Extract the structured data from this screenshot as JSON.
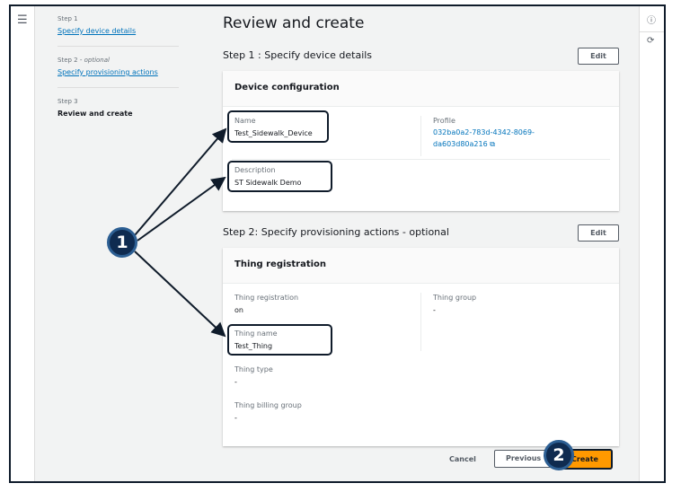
{
  "nav": {
    "steps": [
      {
        "label": "Step 1",
        "optional": "",
        "title": "Specify device details"
      },
      {
        "label": "Step 2 - ",
        "optional": "optional",
        "title": "Specify provisioning actions"
      },
      {
        "label": "Step 3",
        "optional": "",
        "title": "Review and create"
      }
    ]
  },
  "icons": {
    "menu": "hamburger-icon",
    "info": "info-icon",
    "history": "history-icon",
    "external": "external-link-icon"
  },
  "main": {
    "title": "Review and create",
    "section1": {
      "heading": "Step 1 : Specify device details",
      "edit": "Edit",
      "card_title": "Device configuration",
      "name_label": "Name",
      "name_value": "Test_Sidewalk_Device",
      "profile_label": "Profile",
      "profile_value_1": "032ba0a2-783d-4342-8069-",
      "profile_value_2": "da603d80a216",
      "description_label": "Description",
      "description_value": "ST Sidewalk Demo"
    },
    "section2": {
      "heading": "Step 2: Specify provisioning actions - optional",
      "edit": "Edit",
      "card_title": "Thing registration",
      "registration_label": "Thing registration",
      "registration_value": "on",
      "group_label": "Thing group",
      "group_value": "-",
      "name_label": "Thing name",
      "name_value": "Test_Thing",
      "type_label": "Thing type",
      "type_value": "-",
      "billing_label": "Thing billing group",
      "billing_value": "-"
    }
  },
  "footer": {
    "cancel": "Cancel",
    "previous": "Previous",
    "create": "Create"
  },
  "annotations": {
    "badge1": "1",
    "badge2": "2"
  },
  "colors": {
    "accent": "#ff9900",
    "link": "#0073bb",
    "annotation": "#0f2b50"
  }
}
